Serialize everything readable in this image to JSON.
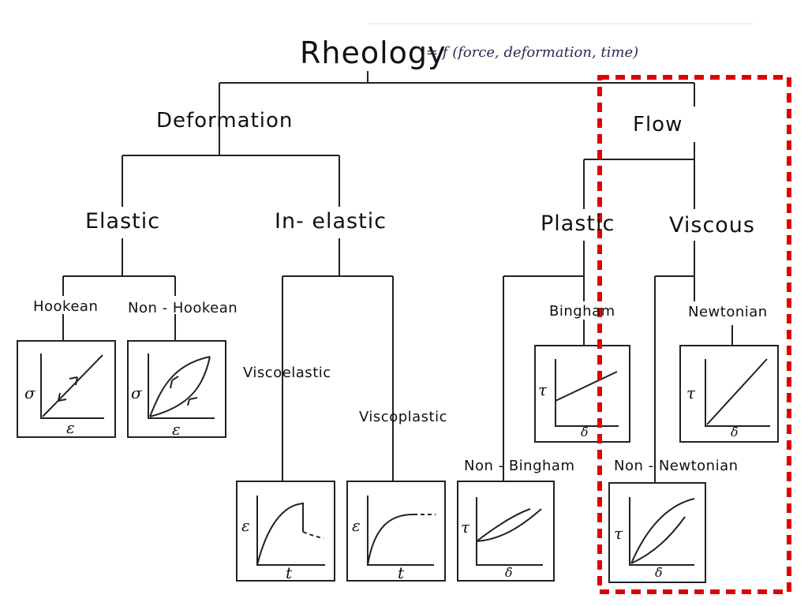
{
  "title": "Rheology",
  "title_note": "= f (force, deformation, time)",
  "level1": {
    "deformation": "Deformation",
    "flow": "Flow"
  },
  "level2": {
    "elastic": "Elastic",
    "inelastic": "In- elastic",
    "plastic": "Plastic",
    "viscous": "Viscous"
  },
  "level3": {
    "hookean": "Hookean",
    "non_hookean": "Non - Hookean",
    "viscoelastic": "Viscoelastic",
    "viscoplastic": "Viscoplastic",
    "bingham": "Bingham",
    "non_bingham": "Non - Bingham",
    "newtonian": "Newtonian",
    "non_newtonian": "Non - Newtonian"
  },
  "axis_symbols": {
    "stress": "σ",
    "strain": "ε",
    "shear_stress": "τ",
    "time": "t",
    "shear_rate": "δ̇"
  },
  "highlight_color": "#e00000"
}
